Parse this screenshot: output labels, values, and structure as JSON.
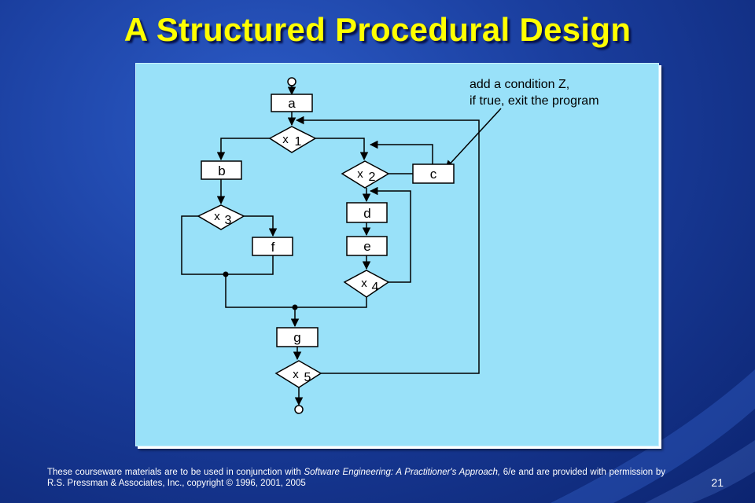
{
  "slide": {
    "title": "A Structured Procedural Design",
    "page_number": "21"
  },
  "diagram": {
    "annotation": {
      "line1": "add a condition Z,",
      "line2": "if true, exit the program"
    },
    "boxes": {
      "a": "a",
      "b": "b",
      "c": "c",
      "d": "d",
      "e": "e",
      "f": "f",
      "g": "g"
    },
    "decisions": {
      "x1": {
        "var": "x",
        "sub": "1"
      },
      "x2": {
        "var": "x",
        "sub": "2"
      },
      "x3": {
        "var": "x",
        "sub": "3"
      },
      "x4": {
        "var": "x",
        "sub": "4"
      },
      "x5": {
        "var": "x",
        "sub": "5"
      }
    }
  },
  "footer": {
    "part1": "These courseware materials are to be used in conjunction with ",
    "book_title": "Software Engineering: A Practitioner's Approach,",
    "part2": " 6/e and are provided with permission by R.S. Pressman & Associates, Inc., copyright © 1996, 2001, 2005"
  },
  "colors": {
    "title": "#ffff00",
    "panel": "#99e1f9",
    "background": "#1a3e9e"
  }
}
